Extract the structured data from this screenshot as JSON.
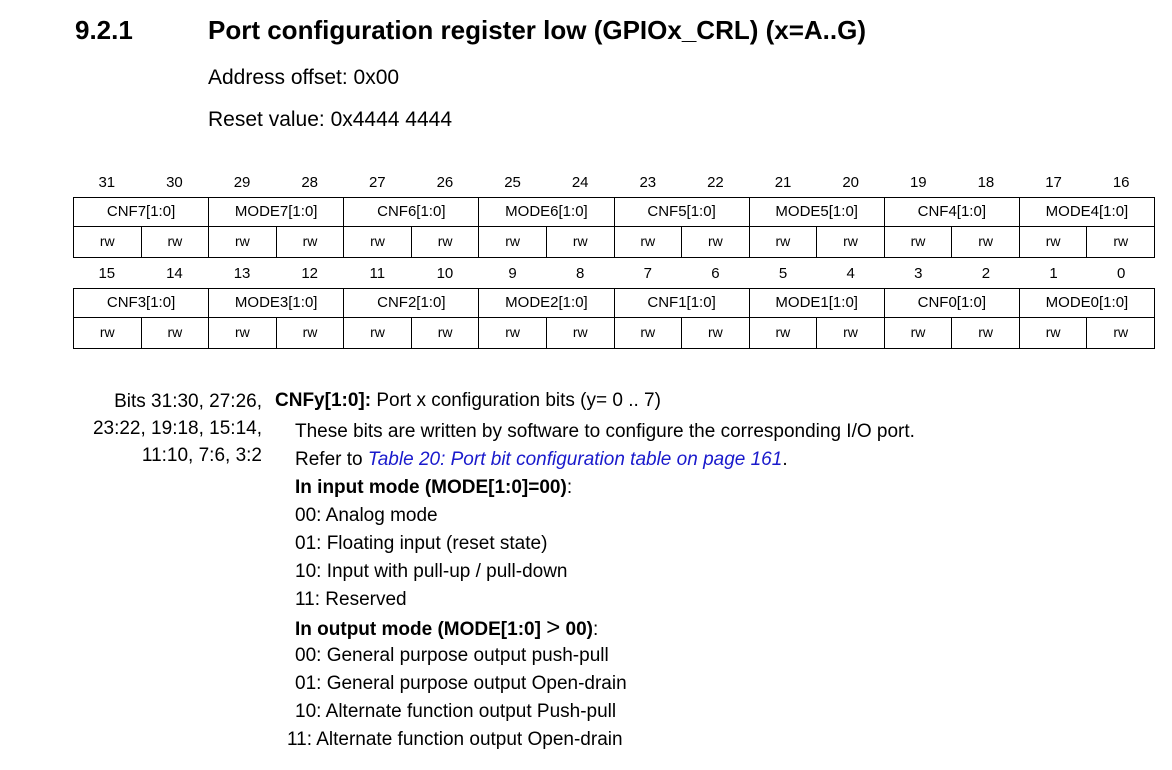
{
  "section": {
    "number": "9.2.1",
    "title": "Port configuration register low (GPIOx_CRL) (x=A..G)"
  },
  "address_offset": "Address offset: 0x00",
  "reset_value": "Reset value: 0x4444 4444",
  "register": {
    "upper": {
      "bits": [
        "31",
        "30",
        "29",
        "28",
        "27",
        "26",
        "25",
        "24",
        "23",
        "22",
        "21",
        "20",
        "19",
        "18",
        "17",
        "16"
      ],
      "fields": [
        "CNF7[1:0]",
        "MODE7[1:0]",
        "CNF6[1:0]",
        "MODE6[1:0]",
        "CNF5[1:0]",
        "MODE5[1:0]",
        "CNF4[1:0]",
        "MODE4[1:0]"
      ],
      "access": [
        "rw",
        "rw",
        "rw",
        "rw",
        "rw",
        "rw",
        "rw",
        "rw",
        "rw",
        "rw",
        "rw",
        "rw",
        "rw",
        "rw",
        "rw",
        "rw"
      ]
    },
    "lower": {
      "bits": [
        "15",
        "14",
        "13",
        "12",
        "11",
        "10",
        "9",
        "8",
        "7",
        "6",
        "5",
        "4",
        "3",
        "2",
        "1",
        "0"
      ],
      "fields": [
        "CNF3[1:0]",
        "MODE3[1:0]",
        "CNF2[1:0]",
        "MODE2[1:0]",
        "CNF1[1:0]",
        "MODE1[1:0]",
        "CNF0[1:0]",
        "MODE0[1:0]"
      ],
      "access": [
        "rw",
        "rw",
        "rw",
        "rw",
        "rw",
        "rw",
        "rw",
        "rw",
        "rw",
        "rw",
        "rw",
        "rw",
        "rw",
        "rw",
        "rw",
        "rw"
      ]
    }
  },
  "description": {
    "bits_label_lines": [
      "Bits 31:30, 27:26,",
      "23:22, 19:18, 15:14,",
      "11:10, 7:6, 3:2"
    ],
    "field_name": "CNFy[1:0]:",
    "field_summary": " Port x configuration bits (y= 0 .. 7)",
    "intro": "These bits are written by software to configure the corresponding I/O port.",
    "refer_prefix": "Refer to ",
    "refer_link": "Table 20: Port bit configuration table on page 161",
    "refer_suffix": ".",
    "input_heading": "In input mode (MODE[1:0]=00)",
    "input_heading_suffix": ":",
    "input_options": [
      "00: Analog mode",
      "01: Floating input (reset state)",
      "10: Input with pull-up / pull-down",
      "11: Reserved"
    ],
    "output_heading_a": "In output mode (MODE[1:0] ",
    "output_heading_gt": ">",
    "output_heading_b": " 00)",
    "output_heading_suffix": ":",
    "output_options": [
      "00: General purpose output push-pull",
      "01: General purpose output Open-drain",
      "10: Alternate function output Push-pull",
      "11: Alternate function output Open-drain"
    ]
  }
}
